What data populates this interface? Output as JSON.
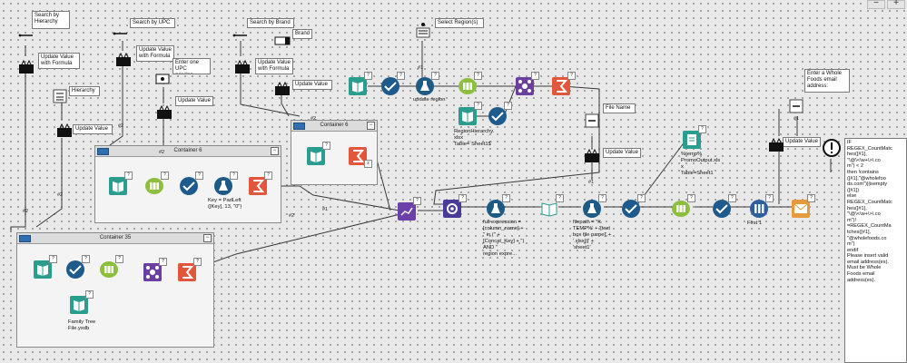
{
  "comments": {
    "search_hierarchy": "Search by\nHierarchy",
    "update_formula_1": "Update Value\nwith Formula",
    "hierarchy": "Hierarchy",
    "update_value_1": "Update Value",
    "search_upc": "Search by UPC",
    "update_formula_2": "Update Value\nwith Formula",
    "enter_upc": "Enter one UPC\nper line",
    "update_value_2": "Update Value",
    "search_brand": "Search by Brand",
    "brand": "Brand",
    "update_formula_3": "Update Value\nwith Formula",
    "update_value_3": "Update Value",
    "select_region": "Select Region(s)",
    "file_name": "File Name",
    "update_value_4": "Update Value",
    "enter_email": "Enter a Whole\nFoods email\naddress:",
    "update_value_5": "Update Value",
    "email_validation": "IF\nREGEX_CountMatc\nhes([#1],\n\"\\@\\<\\w+\\>\\.co\nm\") < 2\nthen !contains\n([#1],\"@wholefoo\nds.com\")||isempty\n([#1])\nelse\nREGEX_CountMatc\nhes([#1],\n\"\\@\\<\\w+\\>\\.co\nm\")!\n=REGEX_CountMa\ntches([#1],\n\"@wholefoods.co\nm\")\nendif\nPlease insert valid\nemail address(es).\nMust be Whole\nFoods email\naddress(es)."
  },
  "containers": {
    "c6a": "Container 6",
    "c6b": "Container 6",
    "c35": "Container 35"
  },
  "tool_labels": {
    "update_region": "update region",
    "region_hierarchy": "RegionHierarchy.\nxlsx\nTable=`Sheet1$`",
    "padleft": "Key = PadLeft\n([Key], 13, \"0\")",
    "family_tree": "Family Tree\nFile.yxdb",
    "full_expression": "full expression =\n[column_name] +\n\" in (\" +\n[Concat_Key] + \")\nAND \"\nregion expre...",
    "filepath": "filepath = '%\nTEMP%' + '[text\nbox file name]' +\n'.xlsx|||' +\n'sheet1'",
    "promo_output": "%temp%\nPromoOutput.xls\nx\nTable=Sheet1",
    "first1": "First 1"
  },
  "badges": {
    "hash1": "#1",
    "hash2": "#2",
    "q": "?",
    "z": "z"
  },
  "window_buttons": {
    "minimize": "−",
    "add": "+"
  },
  "colors": {
    "input_green": "#2a9d8f",
    "select_blue": "#1e5a8c",
    "formula_blue": "#1d5a86",
    "summarize_orange": "#e2573b",
    "join_purple": "#6b3fa0",
    "text_to_columns": "#6d3fa8",
    "sample_blue": "#2d5f9e",
    "email_orange": "#e69a3b",
    "dynamic_input": "#4a3b9a",
    "update_black": "#111111"
  }
}
